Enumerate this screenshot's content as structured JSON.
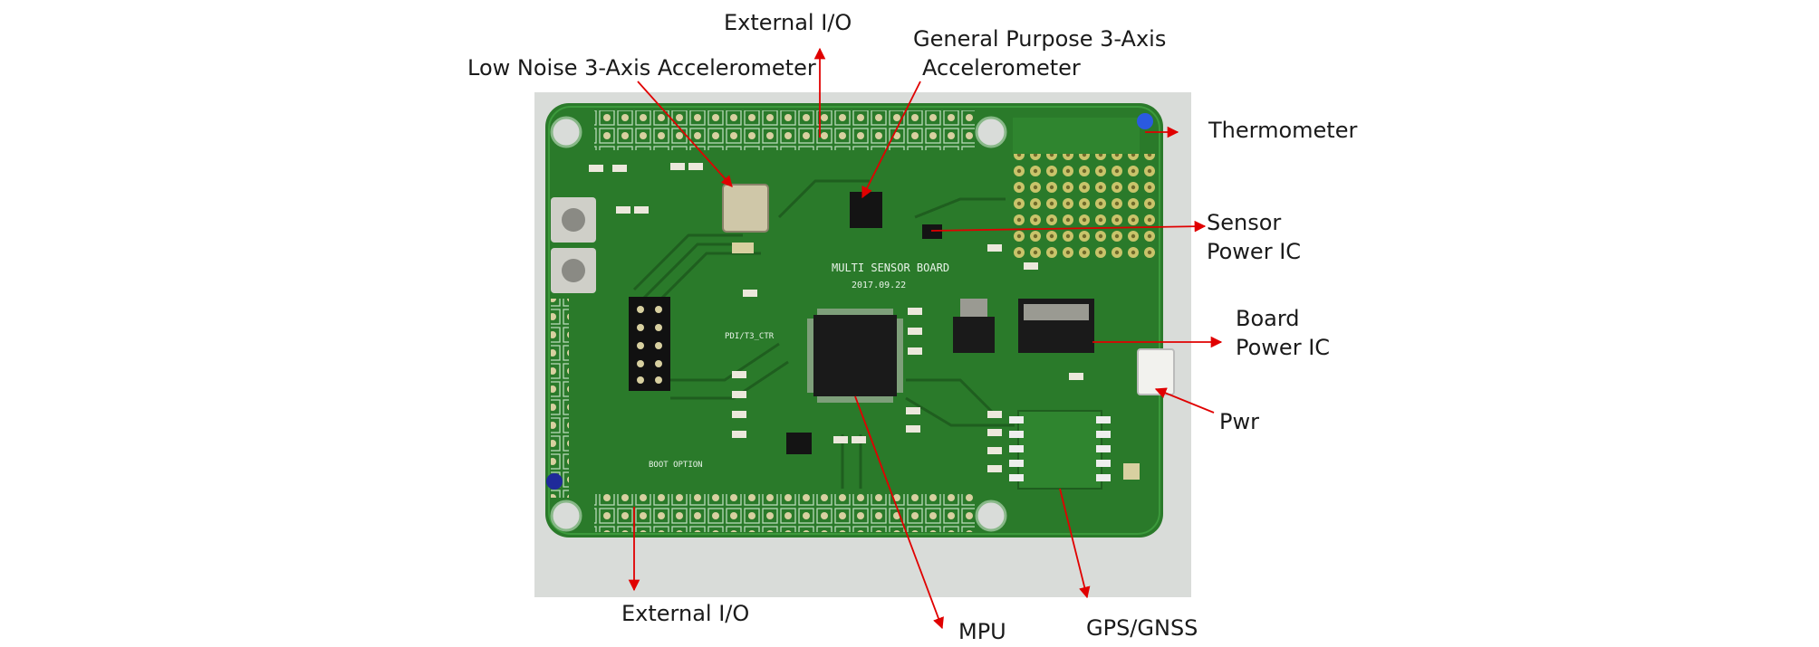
{
  "labels": {
    "external_io_top": "External I/O",
    "low_noise_accel": "Low Noise 3-Axis Accelerometer",
    "gp_accel_line1": "General Purpose 3-Axis",
    "gp_accel_line2": "Accelerometer",
    "thermometer": "Thermometer",
    "sensor_power_line1": "Sensor",
    "sensor_power_line2": "Power IC",
    "board_power_line1": "Board",
    "board_power_line2": "Power IC",
    "pwr": "Pwr",
    "external_io_bottom": "External I/O",
    "mpu": "MPU",
    "gps": "GPS/GNSS"
  },
  "board_silkscreen": {
    "title": "MULTI SENSOR BOARD",
    "date": "2017.09.22",
    "boot_option": "BOOT OPTION",
    "pcb_ctr": "PDI/T3_CTR"
  },
  "colors": {
    "board": "#2a7a2a",
    "board_dark": "#1f5e1f",
    "arrow": "#e00000",
    "silkscreen": "#e8f3e8",
    "text": "#1a1a1a"
  }
}
